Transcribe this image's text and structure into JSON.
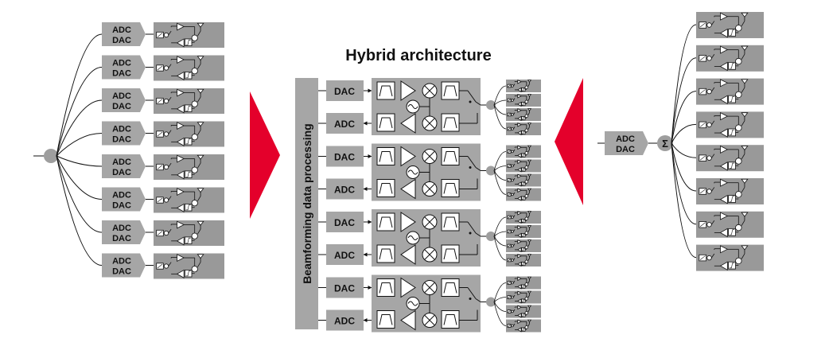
{
  "title": "Hybrid architecture",
  "vertical_label": "Beamforming data processing",
  "labels": {
    "adc": "ADC",
    "dac": "DAC",
    "sum": "Σ"
  },
  "colors": {
    "block": "#a6a6a6",
    "module": "#999999",
    "arrow": "#e4002b",
    "line": "#111111",
    "node": "#9e9e9e"
  },
  "digital": {
    "chain_count": 8
  },
  "hybrid": {
    "subarray_count": 4,
    "elements_per_subarray": 4
  },
  "analog": {
    "element_count": 8
  }
}
